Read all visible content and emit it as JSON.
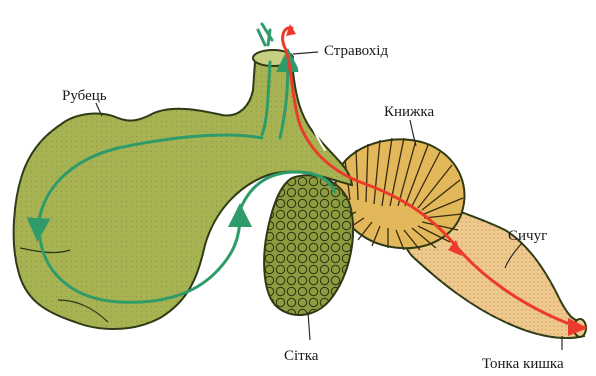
{
  "labels": {
    "esophagus": "Стравохід",
    "rumen": "Рубець",
    "omasum": "Книжка",
    "abomasum": "Сичуг",
    "reticulum": "Сітка",
    "small_intestine": "Тонка кишка"
  },
  "colors": {
    "rumen_fill": "#a7b353",
    "reticulum_fill": "#8e9c3f",
    "omasum_fill": "#e2b85a",
    "abomasum_fill": "#efc98f",
    "outline": "#2d3a14",
    "green_flow": "#2f9b6a",
    "red_flow": "#ec3b2b",
    "folds": "#3a2c10"
  },
  "icons": {
    "green_arrow": "green-flow-arrow-icon",
    "red_arrow": "red-flow-arrow-icon"
  }
}
